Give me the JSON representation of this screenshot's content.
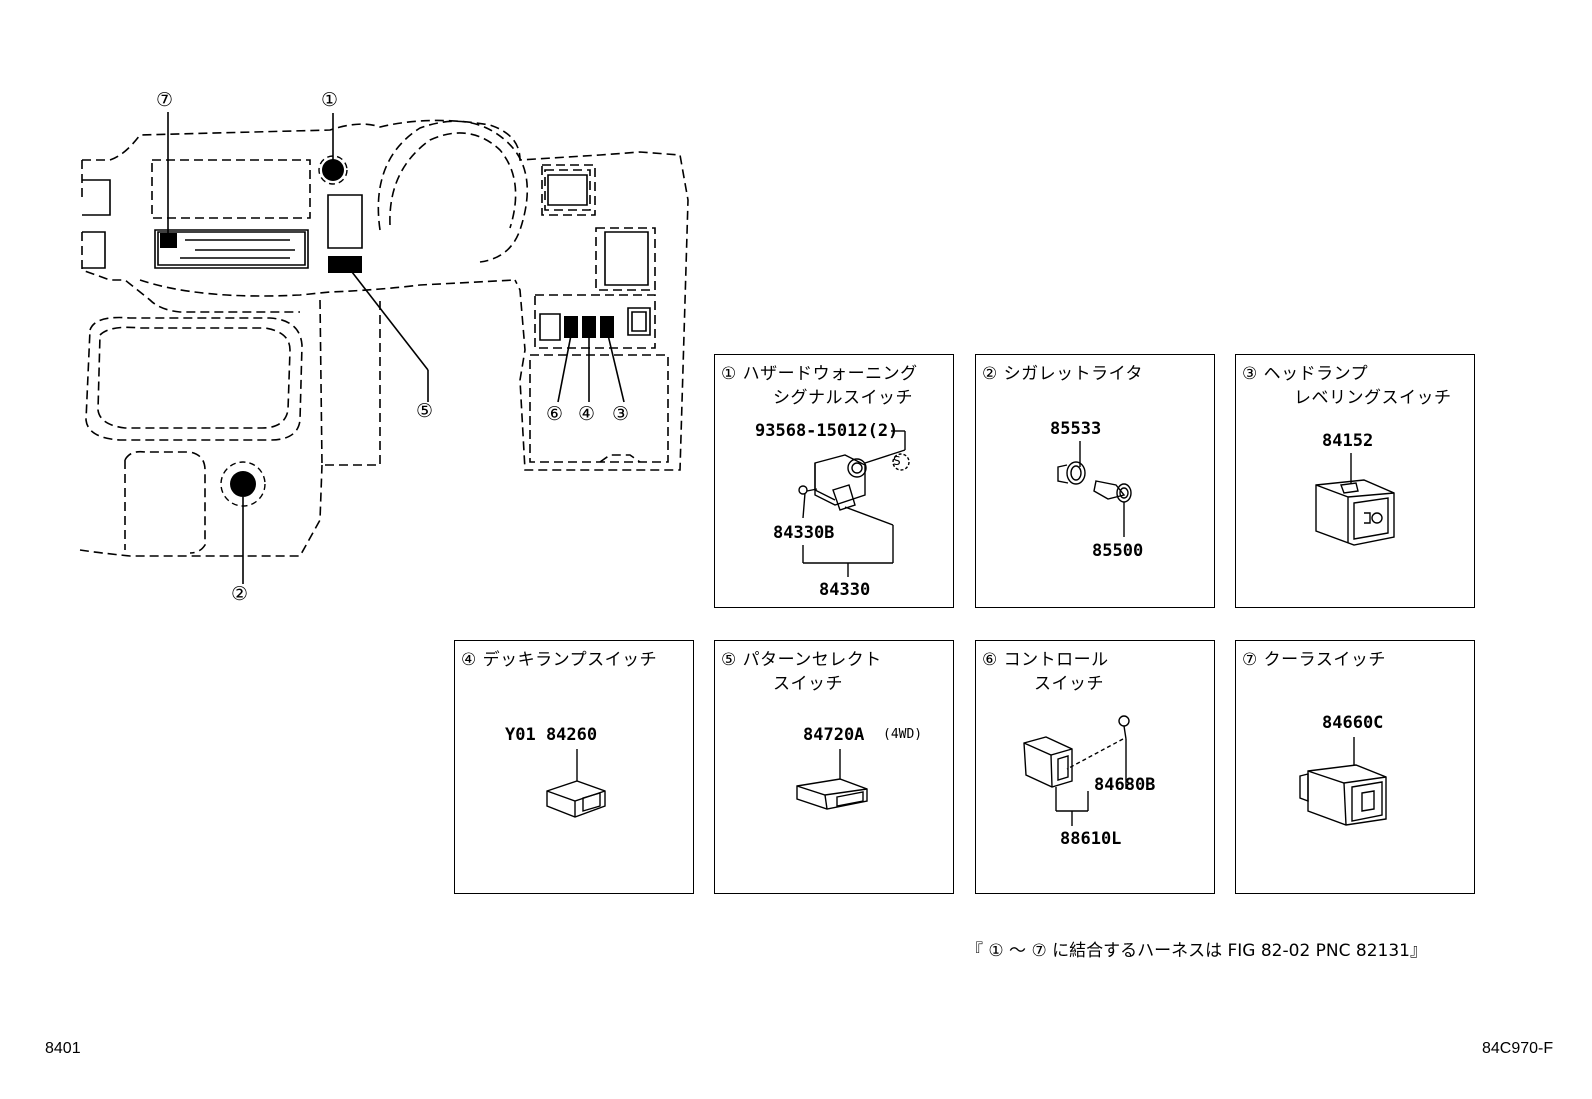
{
  "overview": {
    "callouts": [
      "⑦",
      "①",
      "⑤",
      "⑥",
      "④",
      "③",
      "②"
    ]
  },
  "panels": [
    {
      "marker": "①",
      "title_lines": [
        "ハザードウォーニング",
        "シグナルスイッチ"
      ],
      "parts": [
        "93568-15012(2)",
        "84330B",
        "84330"
      ],
      "symbol": "S"
    },
    {
      "marker": "②",
      "title_lines": [
        "シガレットライタ"
      ],
      "parts": [
        "85533",
        "85500"
      ]
    },
    {
      "marker": "③",
      "title_lines": [
        "ヘッドランプ",
        "レベリングスイッチ"
      ],
      "parts": [
        "84152"
      ]
    },
    {
      "marker": "④",
      "title_lines": [
        "デッキランプスイッチ"
      ],
      "parts": [
        "Y01 84260"
      ]
    },
    {
      "marker": "⑤",
      "title_lines": [
        "パターンセレクト",
        "スイッチ"
      ],
      "parts": [
        "84720A"
      ],
      "note": "(4WD)"
    },
    {
      "marker": "⑥",
      "title_lines": [
        "コントロール",
        "スイッチ"
      ],
      "parts": [
        "84680B",
        "88610L"
      ]
    },
    {
      "marker": "⑦",
      "title_lines": [
        "クーラスイッチ"
      ],
      "parts": [
        "84660C"
      ]
    }
  ],
  "footer_note": "『 ① ～ ⑦ に結合するハーネスは FIG 82-02 PNC 82131』",
  "page_number_left": "8401",
  "figure_code": "84C970-F"
}
